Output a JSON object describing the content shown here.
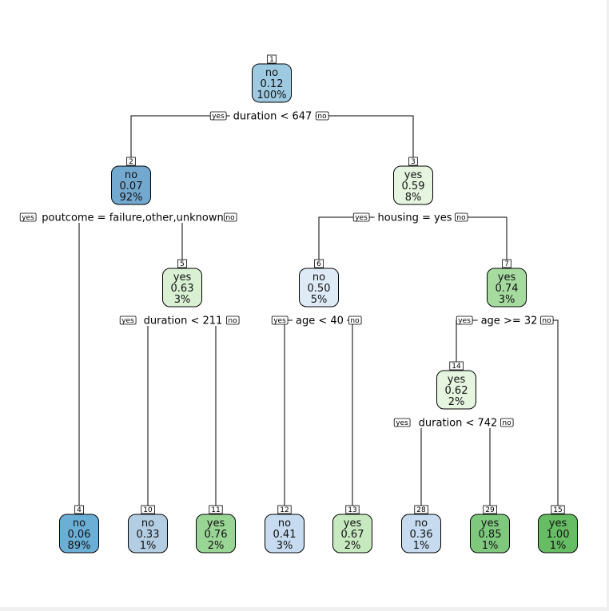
{
  "tree": {
    "branch_yes": "yes",
    "branch_no": "no",
    "nodes": [
      {
        "id": "1",
        "label": "no",
        "prob": "0.12",
        "pct": "100%",
        "color": "#9ecae1"
      },
      {
        "id": "2",
        "label": "no",
        "prob": "0.07",
        "pct": "92%",
        "color": "#74a9cf"
      },
      {
        "id": "3",
        "label": "yes",
        "prob": "0.59",
        "pct": "8%",
        "color": "#e5f5e0"
      },
      {
        "id": "5",
        "label": "yes",
        "prob": "0.63",
        "pct": "3%",
        "color": "#d9f0d3"
      },
      {
        "id": "6",
        "label": "no",
        "prob": "0.50",
        "pct": "5%",
        "color": "#deebf7"
      },
      {
        "id": "7",
        "label": "yes",
        "prob": "0.74",
        "pct": "3%",
        "color": "#a6dba0"
      },
      {
        "id": "14",
        "label": "yes",
        "prob": "0.62",
        "pct": "2%",
        "color": "#e5f5e0"
      },
      {
        "id": "4",
        "label": "no",
        "prob": "0.06",
        "pct": "89%",
        "color": "#6baed6"
      },
      {
        "id": "10",
        "label": "no",
        "prob": "0.33",
        "pct": "1%",
        "color": "#b3cde3"
      },
      {
        "id": "11",
        "label": "yes",
        "prob": "0.76",
        "pct": "2%",
        "color": "#99d594"
      },
      {
        "id": "12",
        "label": "no",
        "prob": "0.41",
        "pct": "3%",
        "color": "#c6dbef"
      },
      {
        "id": "13",
        "label": "yes",
        "prob": "0.67",
        "pct": "2%",
        "color": "#c7e9c0"
      },
      {
        "id": "28",
        "label": "no",
        "prob": "0.36",
        "pct": "1%",
        "color": "#c6dbef"
      },
      {
        "id": "29",
        "label": "yes",
        "prob": "0.85",
        "pct": "1%",
        "color": "#7fc97f"
      },
      {
        "id": "15",
        "label": "yes",
        "prob": "1.00",
        "pct": "1%",
        "color": "#66bd63"
      }
    ],
    "splits": [
      {
        "node": "1",
        "text": "duration < 647"
      },
      {
        "node": "2",
        "text": "poutcome = failure,other,unknown"
      },
      {
        "node": "3",
        "text": "housing = yes"
      },
      {
        "node": "5",
        "text": "duration < 211"
      },
      {
        "node": "6",
        "text": "age < 40"
      },
      {
        "node": "7",
        "text": "age >= 32"
      },
      {
        "node": "14",
        "text": "duration < 742"
      }
    ]
  }
}
